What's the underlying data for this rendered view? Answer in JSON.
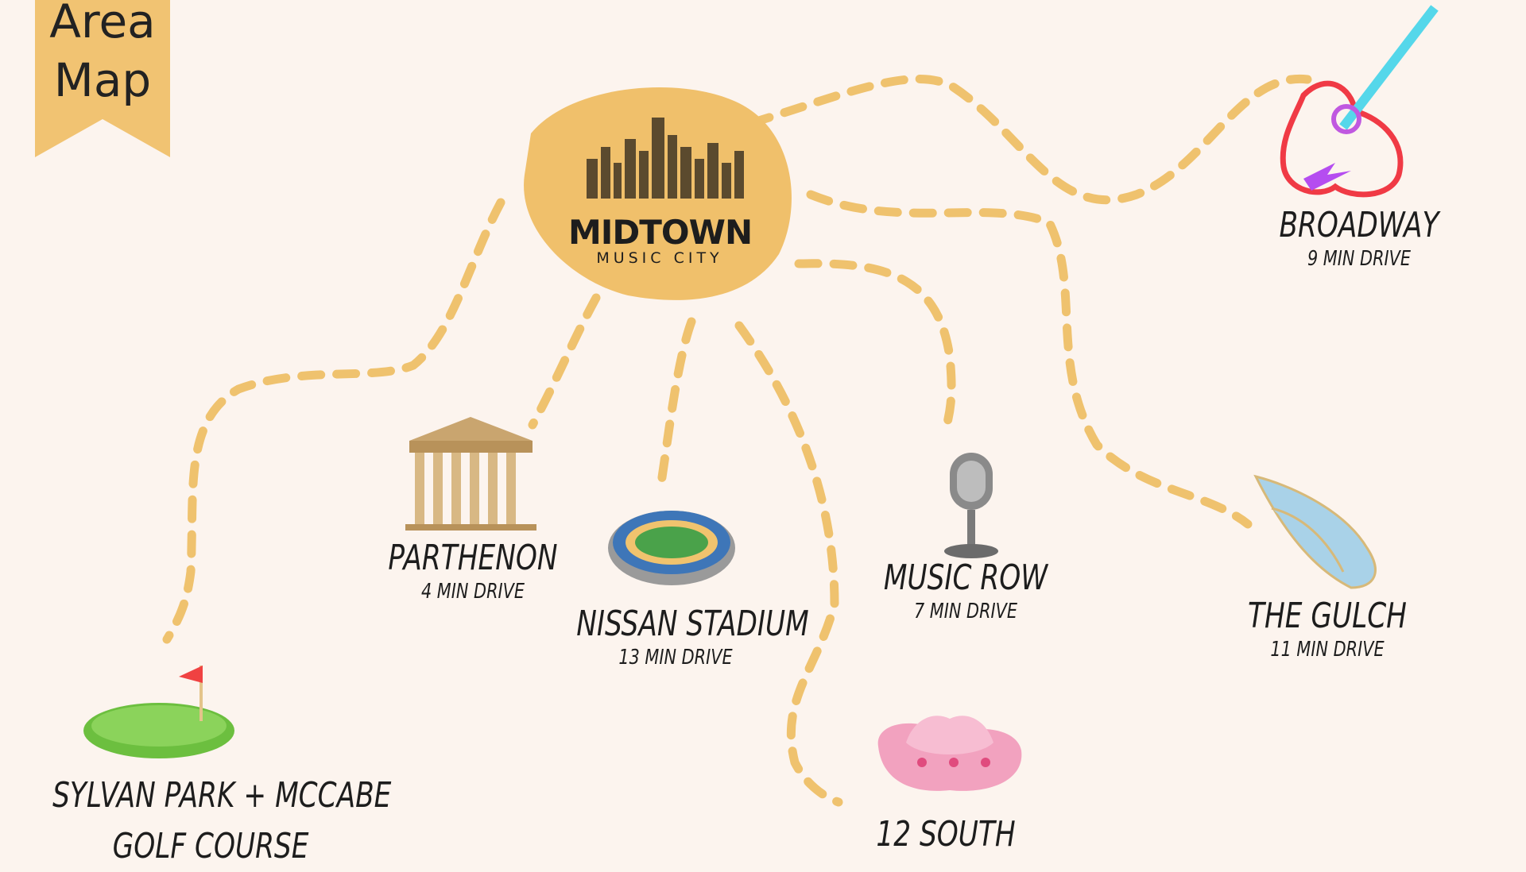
{
  "banner": {
    "line1": "Area",
    "line2": "Map"
  },
  "hub": {
    "name": "MIDTOWN",
    "subtitle": "MUSIC CITY"
  },
  "destinations": {
    "broadway": {
      "name": "BROADWAY",
      "drive": "9 MIN DRIVE",
      "icon": "neon-guitar-icon"
    },
    "parthenon": {
      "name": "PARTHENON",
      "drive": "4 MIN DRIVE",
      "icon": "parthenon-icon"
    },
    "nissan": {
      "name": "NISSAN STADIUM",
      "drive": "13 MIN DRIVE",
      "icon": "stadium-icon"
    },
    "music_row": {
      "name": "MUSIC ROW",
      "drive": "7 MIN DRIVE",
      "icon": "microphone-icon"
    },
    "gulch": {
      "name": "THE GULCH",
      "drive": "11 MIN DRIVE",
      "icon": "wings-icon"
    },
    "sylvan": {
      "name_line1": "SYLVAN PARK + MCCABE",
      "name_line2": "GOLF COURSE",
      "icon": "golf-flag-icon"
    },
    "south12": {
      "name": "12 SOUTH",
      "icon": "cowboy-hat-icon"
    }
  },
  "colors": {
    "background": "#fcf4ee",
    "accent": "#efc26e",
    "text": "#1d1d1d"
  }
}
